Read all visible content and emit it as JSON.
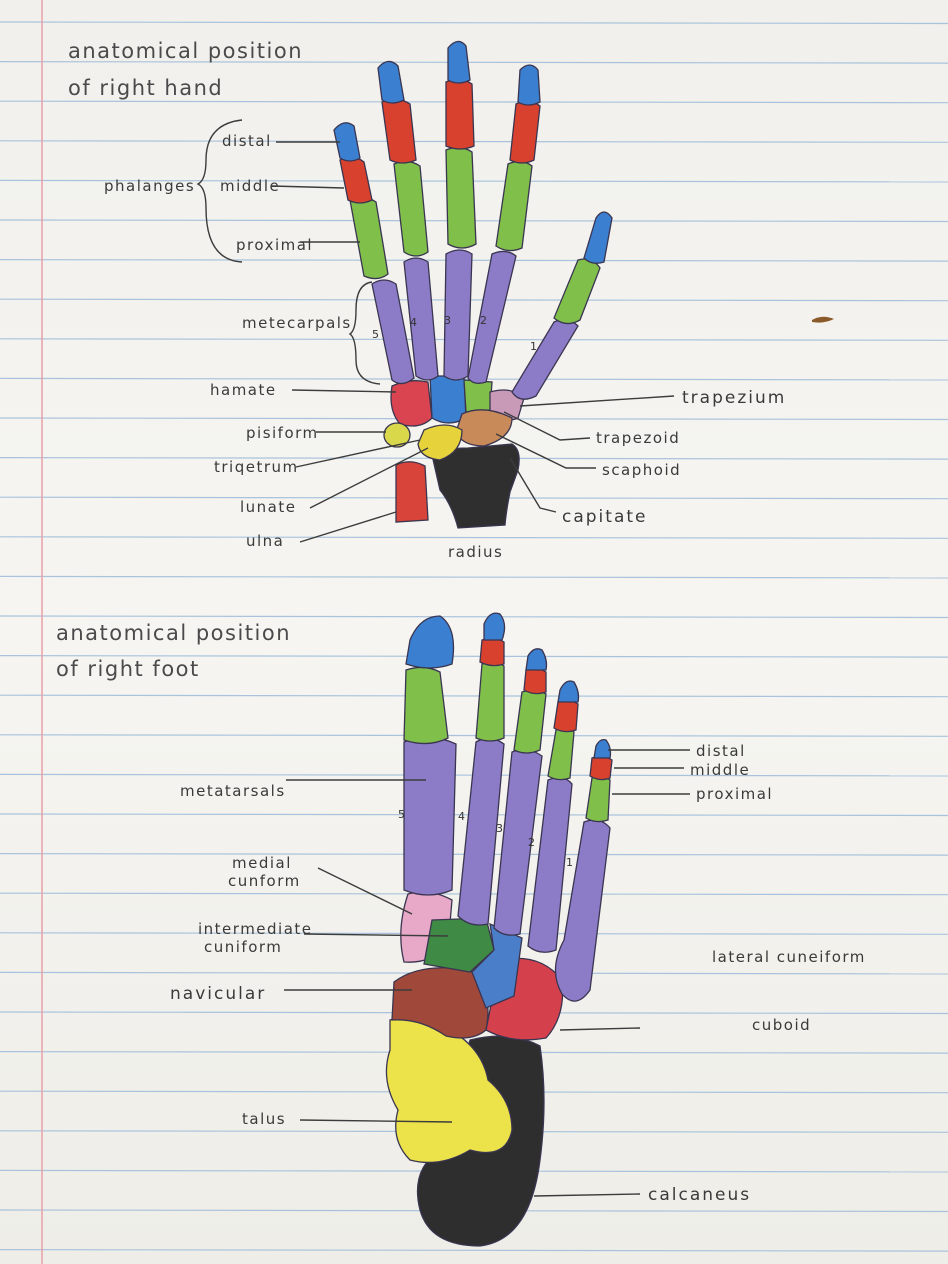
{
  "hand": {
    "title_line1": "anatomical position",
    "title_line2": "of right hand",
    "labels": {
      "distal": "distal",
      "middle": "middle",
      "proximal": "proximal",
      "phalanges": "phalanges",
      "metacarpals": "metecarpals",
      "hamate": "hamate",
      "pisiform": "pisiform",
      "triquetrum": "triqetrum",
      "lunate": "lunate",
      "ulna": "ulna",
      "radius": "radius",
      "trapezium": "trapezium",
      "trapezoid": "trapezoid",
      "scaphoid": "scaphoid",
      "capitate": "capitate"
    },
    "digit_numbers": [
      "5",
      "4",
      "3",
      "2",
      "1"
    ]
  },
  "foot": {
    "title_line1": "anatomical position",
    "title_line2": "of right foot",
    "labels": {
      "distal": "distal",
      "middle": "middle",
      "proximal": "proximal",
      "metatarsals": "metatarsals",
      "medial_cuneiform_1": "medial",
      "medial_cuneiform_2": "cunform",
      "intermediate_cuneiform_1": "intermediate",
      "intermediate_cuneiform_2": "cuniform",
      "lateral_cuneiform": "lateral cuneiform",
      "navicular": "navicular",
      "cuboid": "cuboid",
      "talus": "talus",
      "calcaneus": "calcaneus"
    },
    "digit_numbers": [
      "5",
      "4",
      "3",
      "2",
      "1"
    ]
  },
  "colors": {
    "distal": "#3b7fd0",
    "middle": "#d9412f",
    "proximal": "#7fbf4a",
    "metacarpal": "#8c7cc8",
    "hamate": "#d94450",
    "capitate": "#5a5a5a",
    "pisiform": "#d8d84a",
    "lunate": "#e6d23a",
    "scaphoid": "#c98a5a",
    "trapezium": "#c89ab8",
    "trapezoid": "#c47a5a",
    "navicular": "#a0483a",
    "cuboid": "#d4404c",
    "talus": "#ece24a",
    "calcaneus": "#2e2e2e",
    "medial_cuneiform": "#e8a8c8",
    "intermediate_cuneiform": "#3f8a44",
    "lateral_cuneiform": "#4a7ec8",
    "ulna": "#d8433a",
    "radius": "#2f2f2f"
  }
}
